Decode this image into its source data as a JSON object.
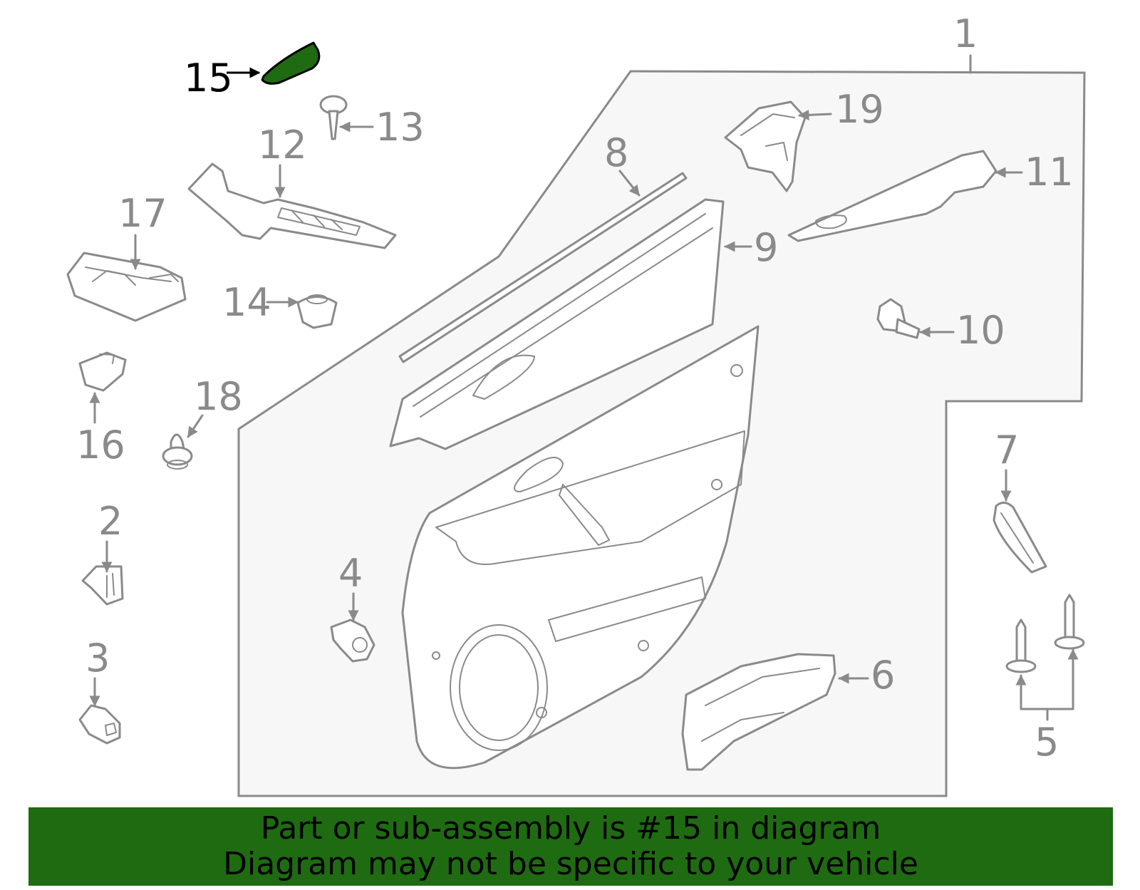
{
  "diagram": {
    "callouts": [
      "1",
      "2",
      "3",
      "4",
      "5",
      "6",
      "7",
      "8",
      "9",
      "10",
      "11",
      "12",
      "13",
      "14",
      "15",
      "16",
      "17",
      "18",
      "19"
    ],
    "highlighted_callout": "15",
    "highlight_color": "#1f6b12",
    "line_color": "#8a8a8a",
    "panel_fill": "#f7f7f7"
  },
  "banner": {
    "line1": "Part or sub-assembly is #15 in diagram",
    "line2": "Diagram may not be specific to your vehicle",
    "background": "#1f6b12"
  }
}
